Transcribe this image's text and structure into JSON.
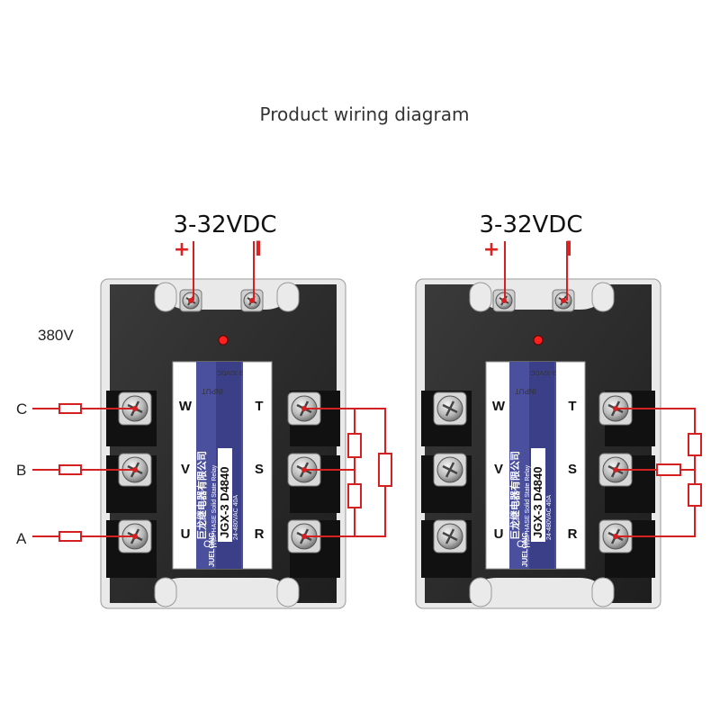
{
  "title": "Product wiring diagram",
  "line_voltage": "380V",
  "phases": [
    "C",
    "B",
    "A"
  ],
  "relays": [
    {
      "control_voltage": "3-32VDC",
      "plus_sign": "+",
      "minus_sign": "I",
      "terminals_left": [
        "W",
        "V",
        "U"
      ],
      "terminals_right": [
        "T",
        "S",
        "R"
      ],
      "label": {
        "maker_cn": "巨龙继电器有限公司",
        "type": "3PHASE Solid State Relay",
        "model": "JGX-3 D4840",
        "rating": "24-480VAC 40A",
        "input": "INPUT",
        "input_range": "3-32VDC",
        "brand": "JUELONG"
      }
    },
    {
      "control_voltage": "3-32VDC",
      "plus_sign": "+",
      "minus_sign": "I",
      "terminals_left": [
        "W",
        "V",
        "U"
      ],
      "terminals_right": [
        "T",
        "S",
        "R"
      ],
      "label": {
        "maker_cn": "巨龙继电器有限公司",
        "type": "3PHASE Solid State Relay",
        "model": "JGX-3 D4840",
        "rating": "24-480VAC 40A",
        "input": "INPUT",
        "input_range": "3-32VDC",
        "brand": "JUELONG"
      }
    }
  ],
  "colors": {
    "wire": "#d42020",
    "body": "#2b2b2b",
    "label": "#4a4f9e"
  }
}
